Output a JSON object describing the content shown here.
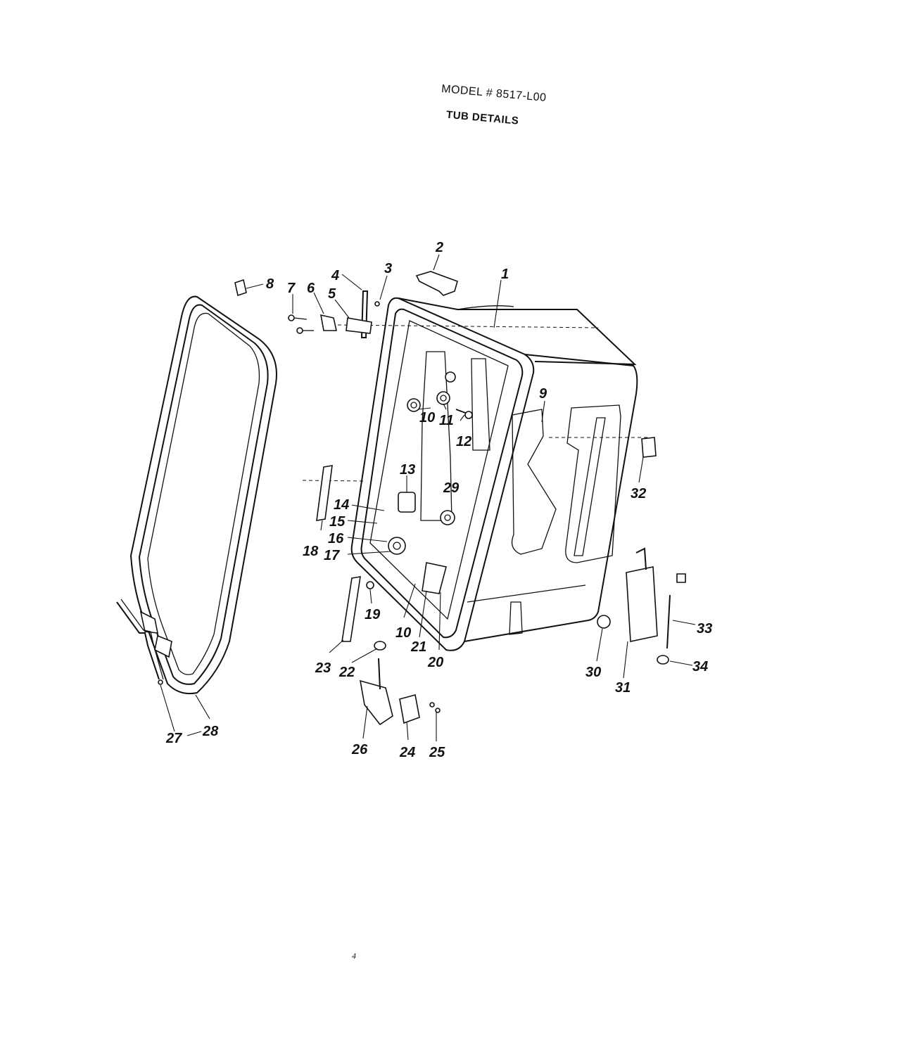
{
  "header": {
    "model": "MODEL # 8517-L00",
    "title": "TUB DETAILS"
  },
  "footer": {
    "page_number": "4"
  },
  "callouts": [
    {
      "id": "callout-1",
      "label": "1"
    },
    {
      "id": "callout-2",
      "label": "2"
    },
    {
      "id": "callout-3",
      "label": "3"
    },
    {
      "id": "callout-4",
      "label": "4"
    },
    {
      "id": "callout-5",
      "label": "5"
    },
    {
      "id": "callout-6",
      "label": "6"
    },
    {
      "id": "callout-7",
      "label": "7"
    },
    {
      "id": "callout-8",
      "label": "8"
    },
    {
      "id": "callout-9",
      "label": "9"
    },
    {
      "id": "callout-10a",
      "label": "10"
    },
    {
      "id": "callout-11",
      "label": "11"
    },
    {
      "id": "callout-12",
      "label": "12"
    },
    {
      "id": "callout-13",
      "label": "13"
    },
    {
      "id": "callout-29",
      "label": "29"
    },
    {
      "id": "callout-14",
      "label": "14"
    },
    {
      "id": "callout-15",
      "label": "15"
    },
    {
      "id": "callout-16",
      "label": "16"
    },
    {
      "id": "callout-17",
      "label": "17"
    },
    {
      "id": "callout-18",
      "label": "18"
    },
    {
      "id": "callout-19",
      "label": "19"
    },
    {
      "id": "callout-10b",
      "label": "10"
    },
    {
      "id": "callout-21",
      "label": "21"
    },
    {
      "id": "callout-20",
      "label": "20"
    },
    {
      "id": "callout-23",
      "label": "23"
    },
    {
      "id": "callout-22",
      "label": "22"
    },
    {
      "id": "callout-26",
      "label": "26"
    },
    {
      "id": "callout-24",
      "label": "24"
    },
    {
      "id": "callout-25",
      "label": "25"
    },
    {
      "id": "callout-27",
      "label": "27"
    },
    {
      "id": "callout-28",
      "label": "28"
    },
    {
      "id": "callout-30",
      "label": "30"
    },
    {
      "id": "callout-31",
      "label": "31"
    },
    {
      "id": "callout-32",
      "label": "32"
    },
    {
      "id": "callout-33",
      "label": "33"
    },
    {
      "id": "callout-34",
      "label": "34"
    }
  ]
}
